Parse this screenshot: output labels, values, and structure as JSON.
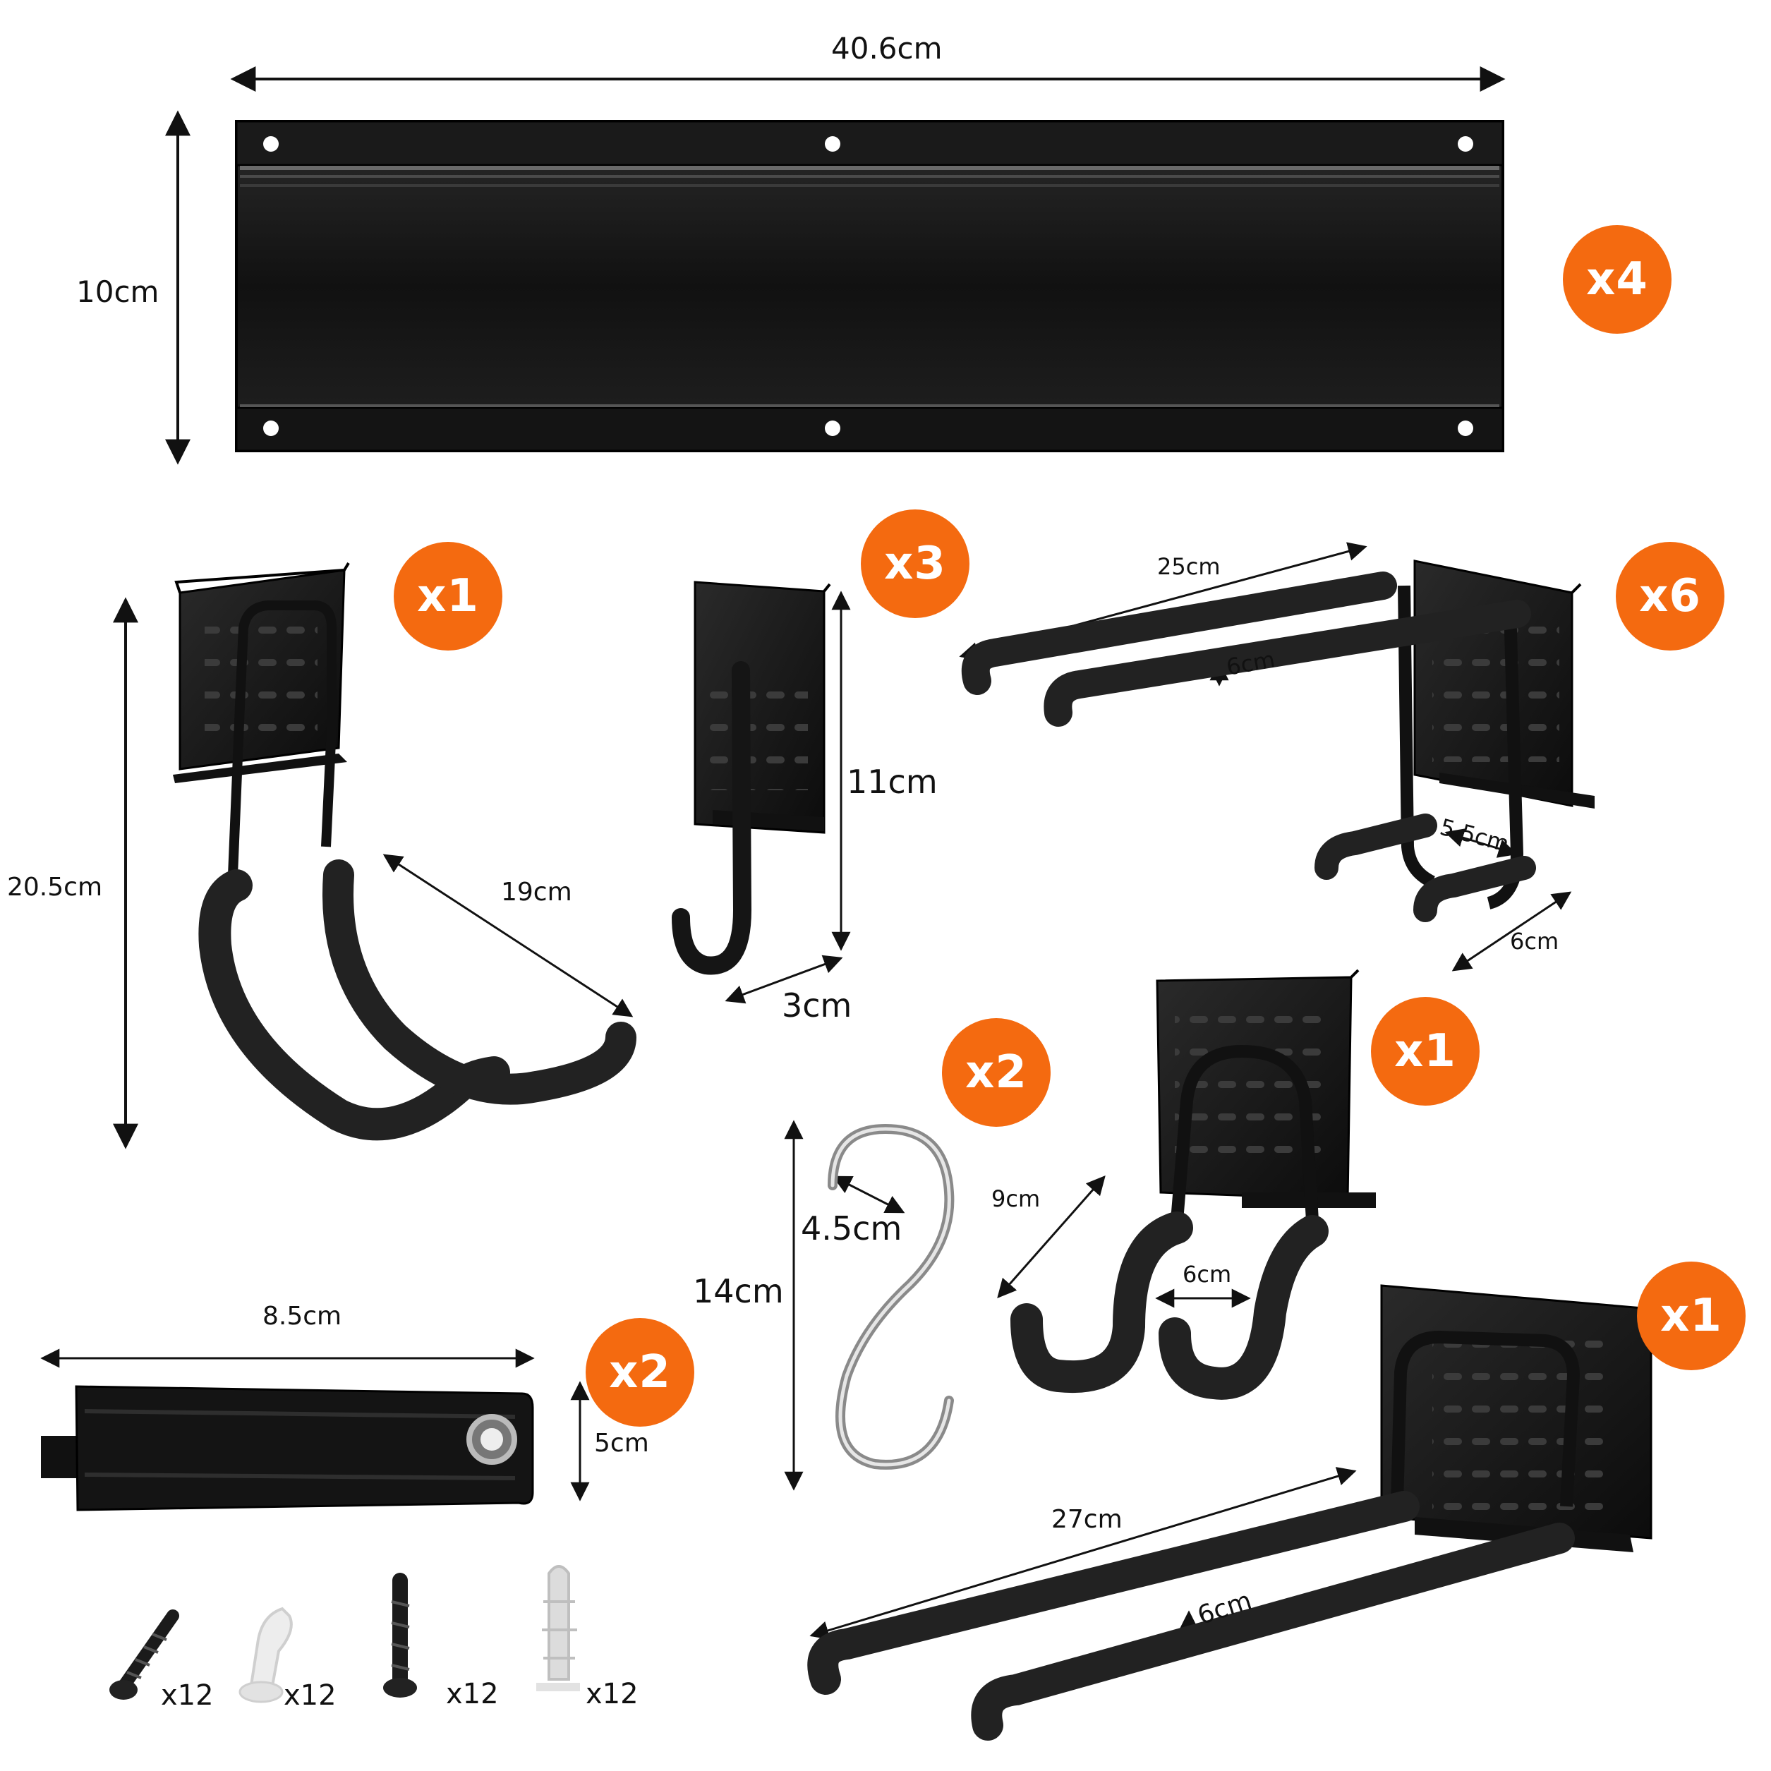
{
  "colors": {
    "accent": "#f46a10",
    "metal": "#1c1c1c",
    "foam": "#2a2a2a",
    "steel": "#c9c9c9"
  },
  "rail": {
    "length_label": "40.6cm",
    "height_label": "10cm",
    "quantity": "x4"
  },
  "hook_double_curved": {
    "height_label": "20.5cm",
    "reach_label": "19cm",
    "quantity": "x1"
  },
  "hook_single": {
    "height_label": "11cm",
    "reach_label": "3cm",
    "quantity": "x3"
  },
  "hook_double_long": {
    "length_label": "25cm",
    "gap_label": "6cm",
    "inner_label": "5.5cm",
    "depth_label": "6cm",
    "quantity": "x6"
  },
  "s_hook": {
    "height_label": "14cm",
    "width_label": "4.5cm",
    "quantity": "x2"
  },
  "hook_u": {
    "reach_label": "9cm",
    "gap_label": "6cm",
    "quantity": "x1"
  },
  "hook_extended": {
    "length_label": "27cm",
    "gap_label": "6cm",
    "quantity": "x1"
  },
  "strap": {
    "length_label": "8.5cm",
    "width_label": "5cm",
    "quantity": "x2"
  },
  "hardware": [
    {
      "icon": "screw-icon",
      "quantity": "x12"
    },
    {
      "icon": "anchor-icon",
      "quantity": "x12"
    },
    {
      "icon": "screw-icon",
      "quantity": "x12"
    },
    {
      "icon": "anchor-icon",
      "quantity": "x12"
    }
  ]
}
